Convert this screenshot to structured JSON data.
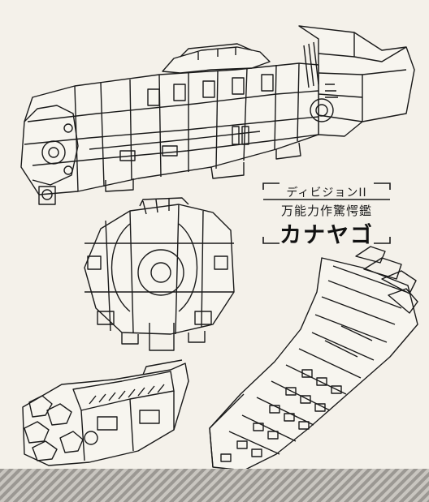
{
  "title_block": {
    "subtitle": "ディビジョンII",
    "category": "万能力作驚愕鑑",
    "name": "カナヤゴ"
  },
  "colors": {
    "paper": "#f4f1ea",
    "ink": "#1a1a1a",
    "band_dark": "#9b9893",
    "band_light": "#c9c6c0"
  },
  "illustrations": [
    "ship-side-view",
    "ship-front-view",
    "ship-rear-perspective",
    "ship-top-perspective"
  ]
}
